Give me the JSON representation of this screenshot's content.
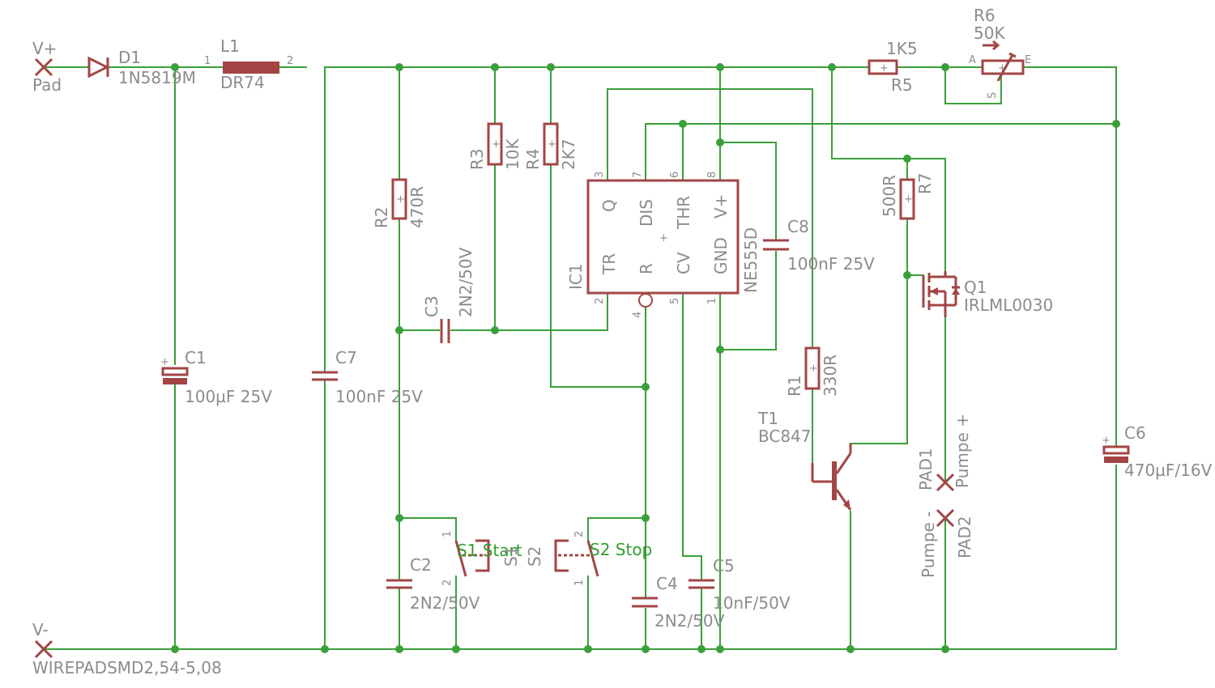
{
  "colors": {
    "wire": "#3aa03a",
    "part": "#a34545",
    "label": "#8c8c8c",
    "button_label": "#2f9e2f"
  },
  "supply": {
    "vplus_name": "V+",
    "vplus_value": "Pad",
    "vminus_name": "V-",
    "vminus_value": "WIREPADSMD2,54-5,08"
  },
  "parts": {
    "d1": {
      "name": "D1",
      "value": "1N5819M"
    },
    "l1": {
      "name": "L1",
      "value": "DR74",
      "pin1": "1",
      "pin2": "2"
    },
    "c1": {
      "name": "C1",
      "value": "100µF 25V"
    },
    "c7": {
      "name": "C7",
      "value": "100nF 25V"
    },
    "r2": {
      "name": "R2",
      "value": "470R"
    },
    "r3": {
      "name": "R3",
      "value": "10K"
    },
    "r4": {
      "name": "R4",
      "value": "2K7"
    },
    "c3": {
      "name": "C3",
      "value": "2N2/50V"
    },
    "c2": {
      "name": "C2",
      "value": "2N2/50V"
    },
    "s1": {
      "name": "S1 Start",
      "name_rot": "S1",
      "pin1": "1",
      "pin2": "2"
    },
    "s2": {
      "name": "S2 Stop",
      "name_rot": "S2",
      "pin1": "1",
      "pin2": "2"
    },
    "c4": {
      "name": "C4",
      "value": "2N2/50V"
    },
    "c5": {
      "name": "C5",
      "value": "10nF/50V"
    },
    "ic1": {
      "name": "IC1",
      "value": "NE555D",
      "plus": "+",
      "pins": {
        "q": "Q",
        "dis": "DIS",
        "thr": "THR",
        "vplus": "V+",
        "tr": "TR",
        "r": "R",
        "cv": "CV",
        "gnd": "GND"
      },
      "pin_numbers": {
        "p3": "3",
        "p7": "7",
        "p6": "6",
        "p8": "8",
        "p2": "2",
        "p4": "4",
        "p5": "5",
        "p1": "1"
      }
    },
    "c8": {
      "name": "C8",
      "value": "100nF 25V"
    },
    "r1": {
      "name": "R1",
      "value": "330R"
    },
    "t1": {
      "name": "T1",
      "value": "BC847"
    },
    "r5": {
      "name": "R5",
      "value": "1K5"
    },
    "r6": {
      "name": "R6",
      "value": "50K",
      "pin_a": "A",
      "pin_e": "E",
      "pin_s": "S"
    },
    "r7": {
      "name": "R7",
      "value": "500R"
    },
    "q1": {
      "name": "Q1",
      "value": "IRLML0030"
    },
    "pad1": {
      "name": "PAD1",
      "value": "Pumpe +"
    },
    "pad2": {
      "name": "PAD2",
      "value": "Pumpe -"
    },
    "c6": {
      "name": "C6",
      "value": "470µF/16V"
    }
  }
}
